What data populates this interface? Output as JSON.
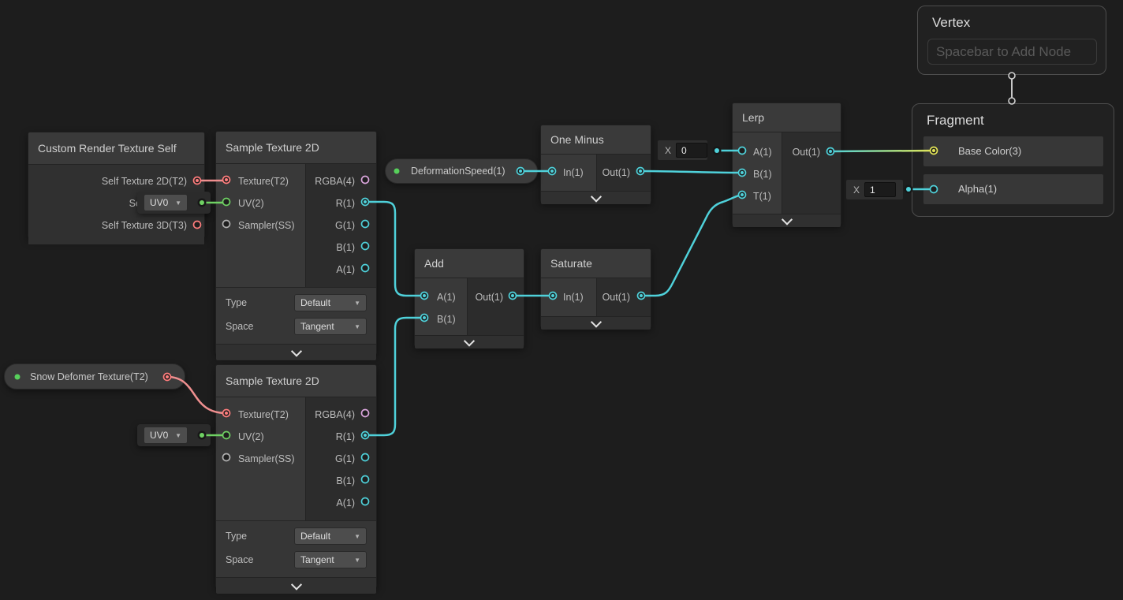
{
  "canvas": {
    "background": "#1d1d1d"
  },
  "colors": {
    "cyan": "#4fd1da",
    "green": "#6fd163",
    "red": "#ff7d7d",
    "pink_wire": "#ef8f8f",
    "lavender": "#dba6dd",
    "gray_port": "#b0b0b0",
    "yellow": "#e3e457",
    "pill_green": "#57d05b",
    "connector_gray": "#c8c8c8"
  },
  "nodes": {
    "custom_render_texture": {
      "title": "Custom Render Texture Self",
      "rows": [
        "Self Texture 2D(T2)",
        "Self Texture (",
        "Self Texture 3D(T3)"
      ]
    },
    "sample_texture": {
      "title": "Sample Texture 2D",
      "inputs": [
        "Texture(T2)",
        "UV(2)",
        "Sampler(SS)"
      ],
      "outputs": [
        "RGBA(4)",
        "R(1)",
        "G(1)",
        "B(1)",
        "A(1)"
      ],
      "controls": [
        {
          "label": "Type",
          "value": "Default"
        },
        {
          "label": "Space",
          "value": "Tangent"
        }
      ]
    },
    "one_minus": {
      "title": "One Minus",
      "input": "In(1)",
      "output": "Out(1)"
    },
    "add": {
      "title": "Add",
      "input_a": "A(1)",
      "input_b": "B(1)",
      "output": "Out(1)"
    },
    "saturate": {
      "title": "Saturate",
      "input": "In(1)",
      "output": "Out(1)"
    },
    "lerp": {
      "title": "Lerp",
      "input_a": "A(1)",
      "input_b": "B(1)",
      "input_t": "T(1)",
      "output": "Out(1)"
    }
  },
  "properties": {
    "deformation_speed": "DeformationSpeed(1)",
    "snow_deformer": "Snow Defomer Texture(T2)"
  },
  "inline_values": {
    "uv_channel": "UV0",
    "x_label": "X",
    "lerp_a_default": "0",
    "alpha_default": "1"
  },
  "context_blocks": {
    "vertex": {
      "title": "Vertex",
      "placeholder": "Spacebar to Add Node"
    },
    "fragment": {
      "title": "Fragment",
      "rows": [
        "Base Color(3)",
        "Alpha(1)"
      ]
    }
  }
}
